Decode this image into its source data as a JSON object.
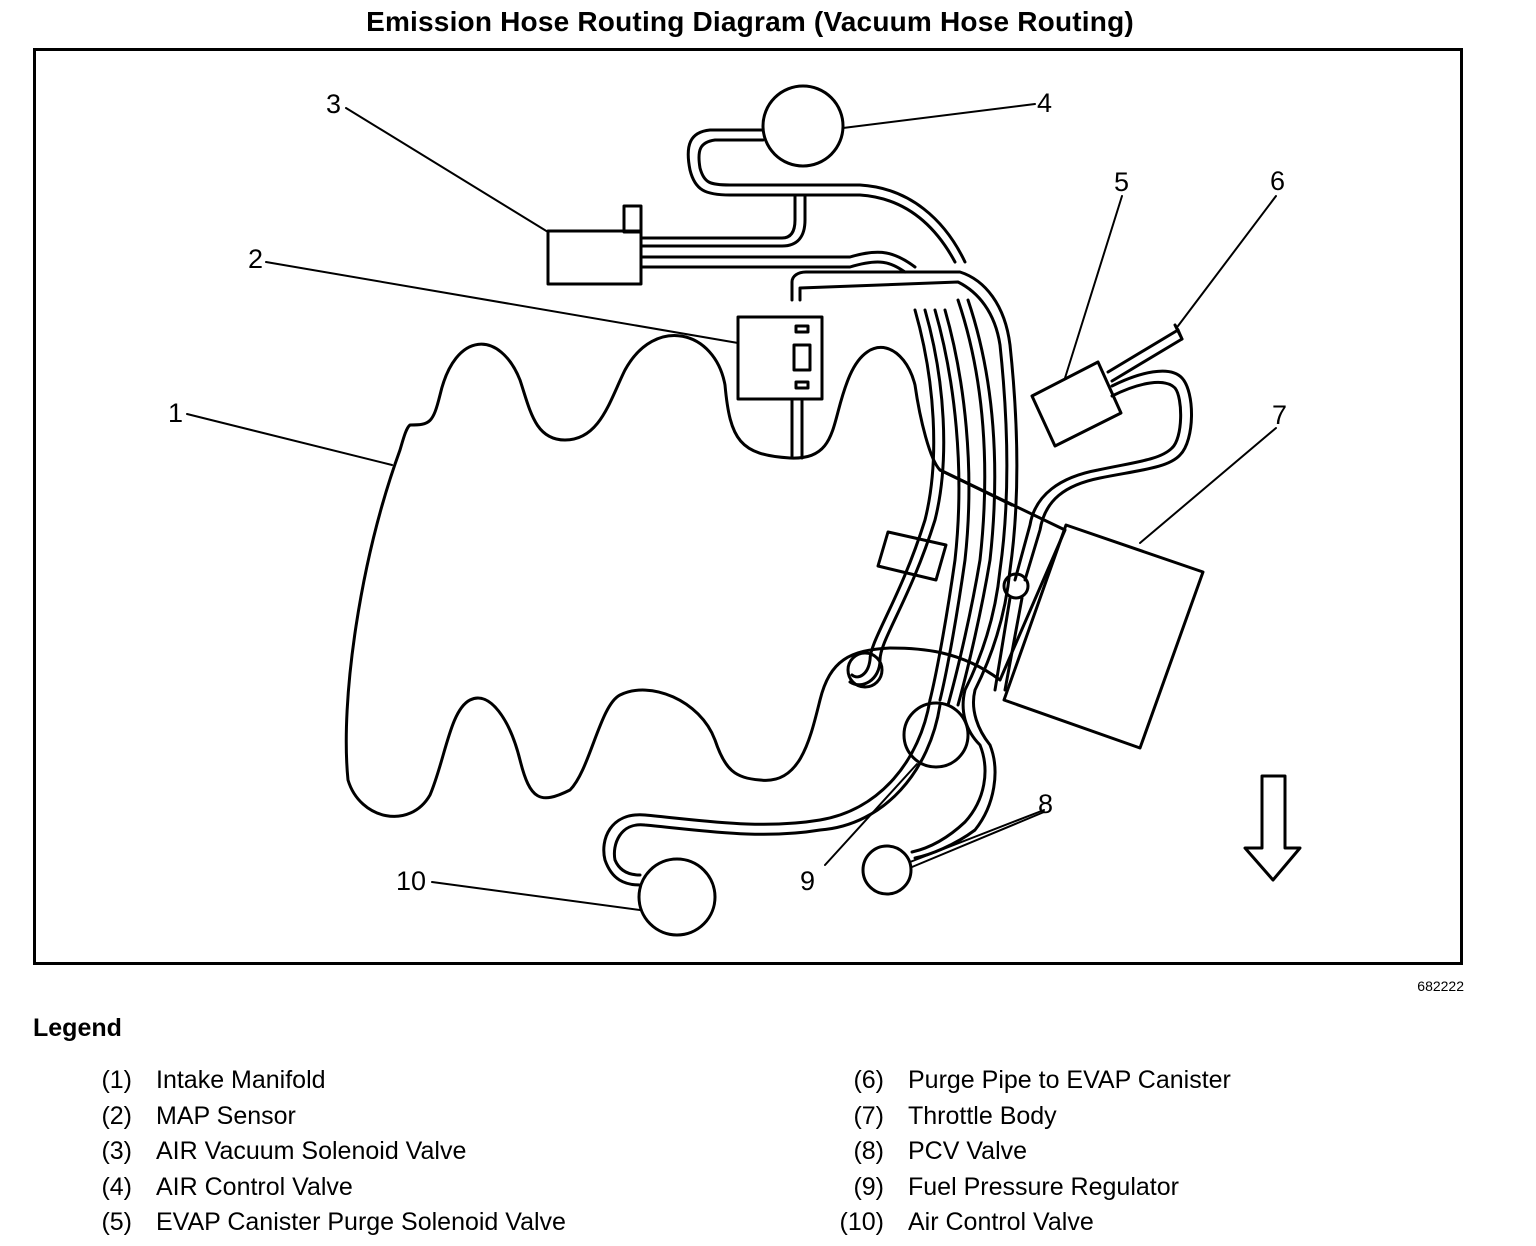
{
  "title": "Emission Hose Routing Diagram (Vacuum Hose Routing)",
  "figure_id": "682222",
  "callouts": [
    "1",
    "2",
    "3",
    "4",
    "5",
    "6",
    "7",
    "8",
    "9",
    "10"
  ],
  "legend": {
    "heading": "Legend",
    "items": [
      {
        "num": "(1)",
        "label": "Intake Manifold"
      },
      {
        "num": "(2)",
        "label": "MAP Sensor"
      },
      {
        "num": "(3)",
        "label": "AIR Vacuum Solenoid Valve"
      },
      {
        "num": "(4)",
        "label": "AIR Control Valve"
      },
      {
        "num": "(5)",
        "label": "EVAP Canister Purge Solenoid Valve"
      },
      {
        "num": "(6)",
        "label": "Purge Pipe to EVAP Canister"
      },
      {
        "num": "(7)",
        "label": "Throttle Body"
      },
      {
        "num": "(8)",
        "label": "PCV Valve"
      },
      {
        "num": "(9)",
        "label": "Fuel Pressure Regulator"
      },
      {
        "num": "(10)",
        "label": "Air Control Valve"
      }
    ]
  }
}
